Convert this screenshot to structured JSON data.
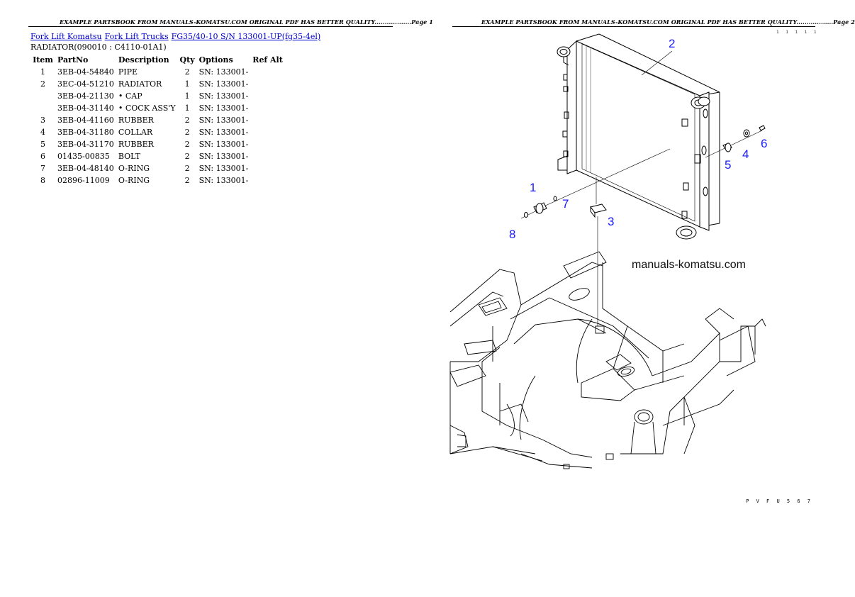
{
  "header": {
    "page1": "EXAMPLE PARTSBOOK FROM MANUALS-KOMATSU.COM ORIGINAL PDF HAS BETTER QUALITY..................Page 1",
    "page2": "EXAMPLE PARTSBOOK FROM MANUALS-KOMATSU.COM ORIGINAL PDF HAS BETTER QUALITY..................Page 2"
  },
  "breadcrumb": {
    "link1": "Fork Lift Komatsu",
    "link2": "Fork Lift Trucks",
    "link3": "FG35/40-10 S/N 133001-UP(fg35-4el)"
  },
  "section_title": "RADIATOR(090010 : C4110-01A1)",
  "table": {
    "headers": {
      "item": "Item",
      "partno": "PartNo",
      "description": "Description",
      "qty": "Qty",
      "options": "Options",
      "refalt": "Ref Alt"
    },
    "rows": [
      {
        "item": "1",
        "partno": "3EB-04-54840",
        "description": "PIPE",
        "qty": "2",
        "options": "SN: 133001-",
        "refalt": ""
      },
      {
        "item": "2",
        "partno": "3EC-04-51210",
        "description": "RADIATOR",
        "qty": "1",
        "options": "SN: 133001-",
        "refalt": ""
      },
      {
        "item": "",
        "partno": "3EB-04-21130",
        "description": "• CAP",
        "qty": "1",
        "options": "SN: 133001-",
        "refalt": ""
      },
      {
        "item": "",
        "partno": "3EB-04-31140",
        "description": "• COCK ASS'Y",
        "qty": "1",
        "options": "SN: 133001-",
        "refalt": ""
      },
      {
        "item": "3",
        "partno": "3EB-04-41160",
        "description": "RUBBER",
        "qty": "2",
        "options": "SN: 133001-",
        "refalt": ""
      },
      {
        "item": "4",
        "partno": "3EB-04-31180",
        "description": "COLLAR",
        "qty": "2",
        "options": "SN: 133001-",
        "refalt": ""
      },
      {
        "item": "5",
        "partno": "3EB-04-31170",
        "description": "RUBBER",
        "qty": "2",
        "options": "SN: 133001-",
        "refalt": ""
      },
      {
        "item": "6",
        "partno": "01435-00835",
        "description": "BOLT",
        "qty": "2",
        "options": "SN: 133001-",
        "refalt": ""
      },
      {
        "item": "7",
        "partno": "3EB-04-48140",
        "description": "O-RING",
        "qty": "2",
        "options": "SN: 133001-",
        "refalt": ""
      },
      {
        "item": "8",
        "partno": "02896-11009",
        "description": "O-RING",
        "qty": "2",
        "options": "SN: 133001-",
        "refalt": ""
      }
    ]
  },
  "diagram": {
    "callouts": [
      "1",
      "2",
      "3",
      "4",
      "5",
      "6",
      "7",
      "8"
    ],
    "watermark": "manuals-komatsu.com",
    "callout_color": "#1a1aff",
    "footer_code": "P V F U 5 6 7",
    "top_code": "1 1 1 1 1"
  }
}
